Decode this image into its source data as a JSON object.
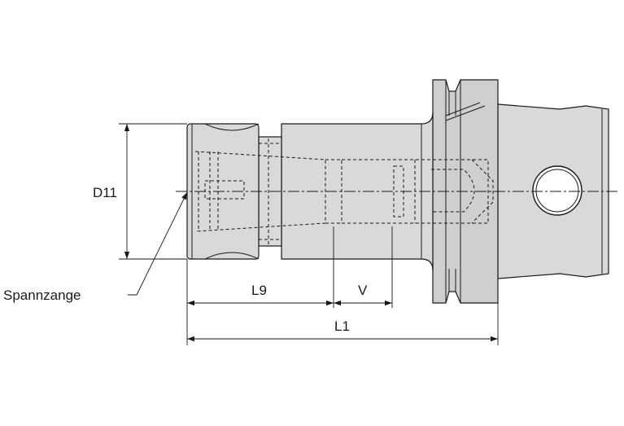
{
  "labels": {
    "d11": "D11",
    "l9": "L9",
    "v": "V",
    "l1": "L1",
    "collet": "Spannzange"
  },
  "colors": {
    "body": "#d9d9d9",
    "line": "#1a1a1a"
  }
}
